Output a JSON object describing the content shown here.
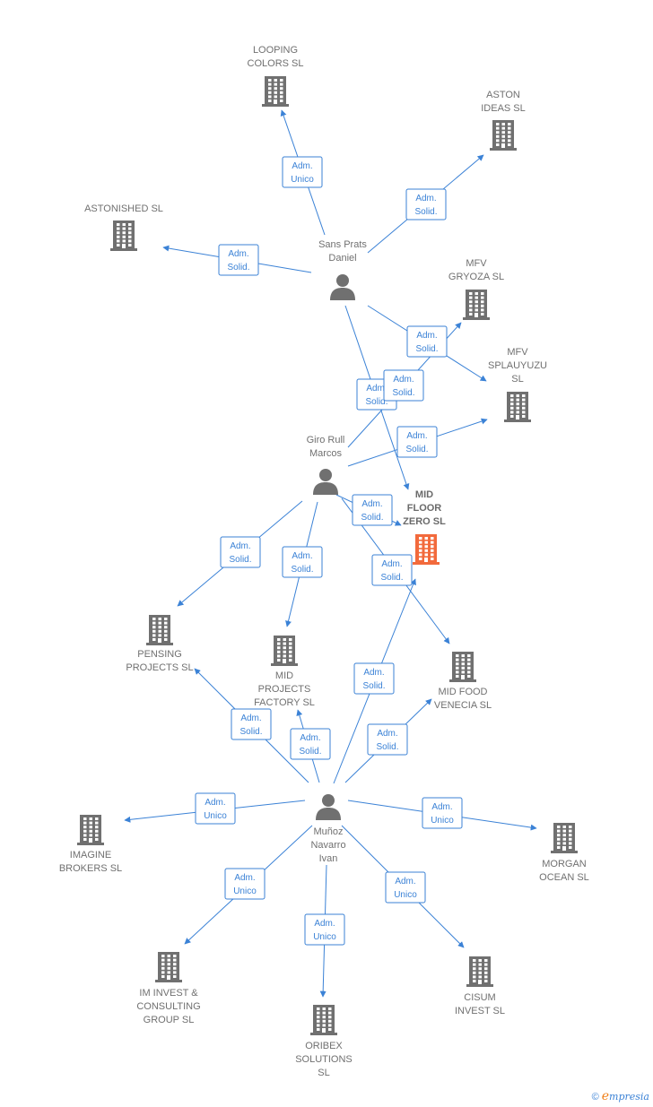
{
  "colors": {
    "edge": "#3b82d6",
    "company": "#707070",
    "focus_company": "#f26a3c",
    "person": "#707070",
    "brand_e": "#f0801a"
  },
  "people": [
    {
      "id": "sans",
      "lines": [
        "Sans Prats",
        "Daniel"
      ]
    },
    {
      "id": "giro",
      "lines": [
        "Giro Rull",
        "Marcos"
      ]
    },
    {
      "id": "munoz",
      "lines": [
        "Muñoz",
        "Navarro",
        "Ivan"
      ]
    }
  ],
  "companies": [
    {
      "id": "looping",
      "lines": [
        "LOOPING",
        "COLORS SL"
      ]
    },
    {
      "id": "aston",
      "lines": [
        "ASTON",
        "IDEAS SL"
      ]
    },
    {
      "id": "astonished",
      "lines": [
        "ASTONISHED SL"
      ]
    },
    {
      "id": "gryoza",
      "lines": [
        "MFV",
        "GRYOZA SL"
      ]
    },
    {
      "id": "splauyuzu",
      "lines": [
        "MFV",
        "SPLAUYUZU",
        "SL"
      ]
    },
    {
      "id": "midfloor",
      "lines": [
        "MID",
        "FLOOR",
        "ZERO SL"
      ],
      "focus": true
    },
    {
      "id": "pensing",
      "lines": [
        "PENSING",
        "PROJECTS SL"
      ]
    },
    {
      "id": "midprojects",
      "lines": [
        "MID",
        "PROJECTS",
        "FACTORY SL"
      ]
    },
    {
      "id": "midfood",
      "lines": [
        "MID FOOD",
        "VENECIA SL"
      ]
    },
    {
      "id": "imagine",
      "lines": [
        "IMAGINE",
        "BROKERS SL"
      ]
    },
    {
      "id": "morgan",
      "lines": [
        "MORGAN",
        "OCEAN SL"
      ]
    },
    {
      "id": "iminvest",
      "lines": [
        "IM INVEST &",
        "CONSULTING",
        "GROUP SL"
      ]
    },
    {
      "id": "oribex",
      "lines": [
        "ORIBEX",
        "SOLUTIONS",
        "SL"
      ]
    },
    {
      "id": "cisum",
      "lines": [
        "CISUM",
        "INVEST SL"
      ]
    }
  ],
  "edges": [
    {
      "from": "sans",
      "to": "looping",
      "label": [
        "Adm.",
        "Unico"
      ]
    },
    {
      "from": "sans",
      "to": "aston",
      "label": [
        "Adm.",
        "Solid."
      ]
    },
    {
      "from": "sans",
      "to": "astonished",
      "label": [
        "Adm.",
        "Solid."
      ]
    },
    {
      "from": "sans",
      "to": "splauyuzu",
      "label": [
        "Adm.",
        "Solid."
      ]
    },
    {
      "from": "sans",
      "to": "midfloor",
      "label": [
        "Adm.",
        "Solid."
      ]
    },
    {
      "from": "giro",
      "to": "gryoza",
      "label": [
        "Adm.",
        "Solid."
      ]
    },
    {
      "from": "giro",
      "to": "splauyuzu",
      "label": [
        "Adm.",
        "Solid."
      ]
    },
    {
      "from": "giro",
      "to": "midfloor",
      "label": [
        "Adm.",
        "Solid."
      ]
    },
    {
      "from": "giro",
      "to": "pensing",
      "label": [
        "Adm.",
        "Solid."
      ]
    },
    {
      "from": "giro",
      "to": "midprojects",
      "label": [
        "Adm.",
        "Solid."
      ]
    },
    {
      "from": "giro",
      "to": "midfood",
      "label": [
        "Adm.",
        "Solid."
      ]
    },
    {
      "from": "munoz",
      "to": "midfloor",
      "label": [
        "Adm.",
        "Solid."
      ]
    },
    {
      "from": "munoz",
      "to": "pensing",
      "label": [
        "Adm.",
        "Solid."
      ]
    },
    {
      "from": "munoz",
      "to": "midprojects",
      "label": [
        "Adm.",
        "Solid."
      ]
    },
    {
      "from": "munoz",
      "to": "midfood",
      "label": [
        "Adm.",
        "Solid."
      ]
    },
    {
      "from": "munoz",
      "to": "imagine",
      "label": [
        "Adm.",
        "Unico"
      ]
    },
    {
      "from": "munoz",
      "to": "morgan",
      "label": [
        "Adm.",
        "Unico"
      ]
    },
    {
      "from": "munoz",
      "to": "iminvest",
      "label": [
        "Adm.",
        "Unico"
      ]
    },
    {
      "from": "munoz",
      "to": "oribex",
      "label": [
        "Adm.",
        "Unico"
      ]
    },
    {
      "from": "munoz",
      "to": "cisum",
      "label": [
        "Adm.",
        "Unico"
      ]
    }
  ],
  "footer": {
    "copyright": "©",
    "brand_initial": "e",
    "brand_rest": "mpresia"
  }
}
